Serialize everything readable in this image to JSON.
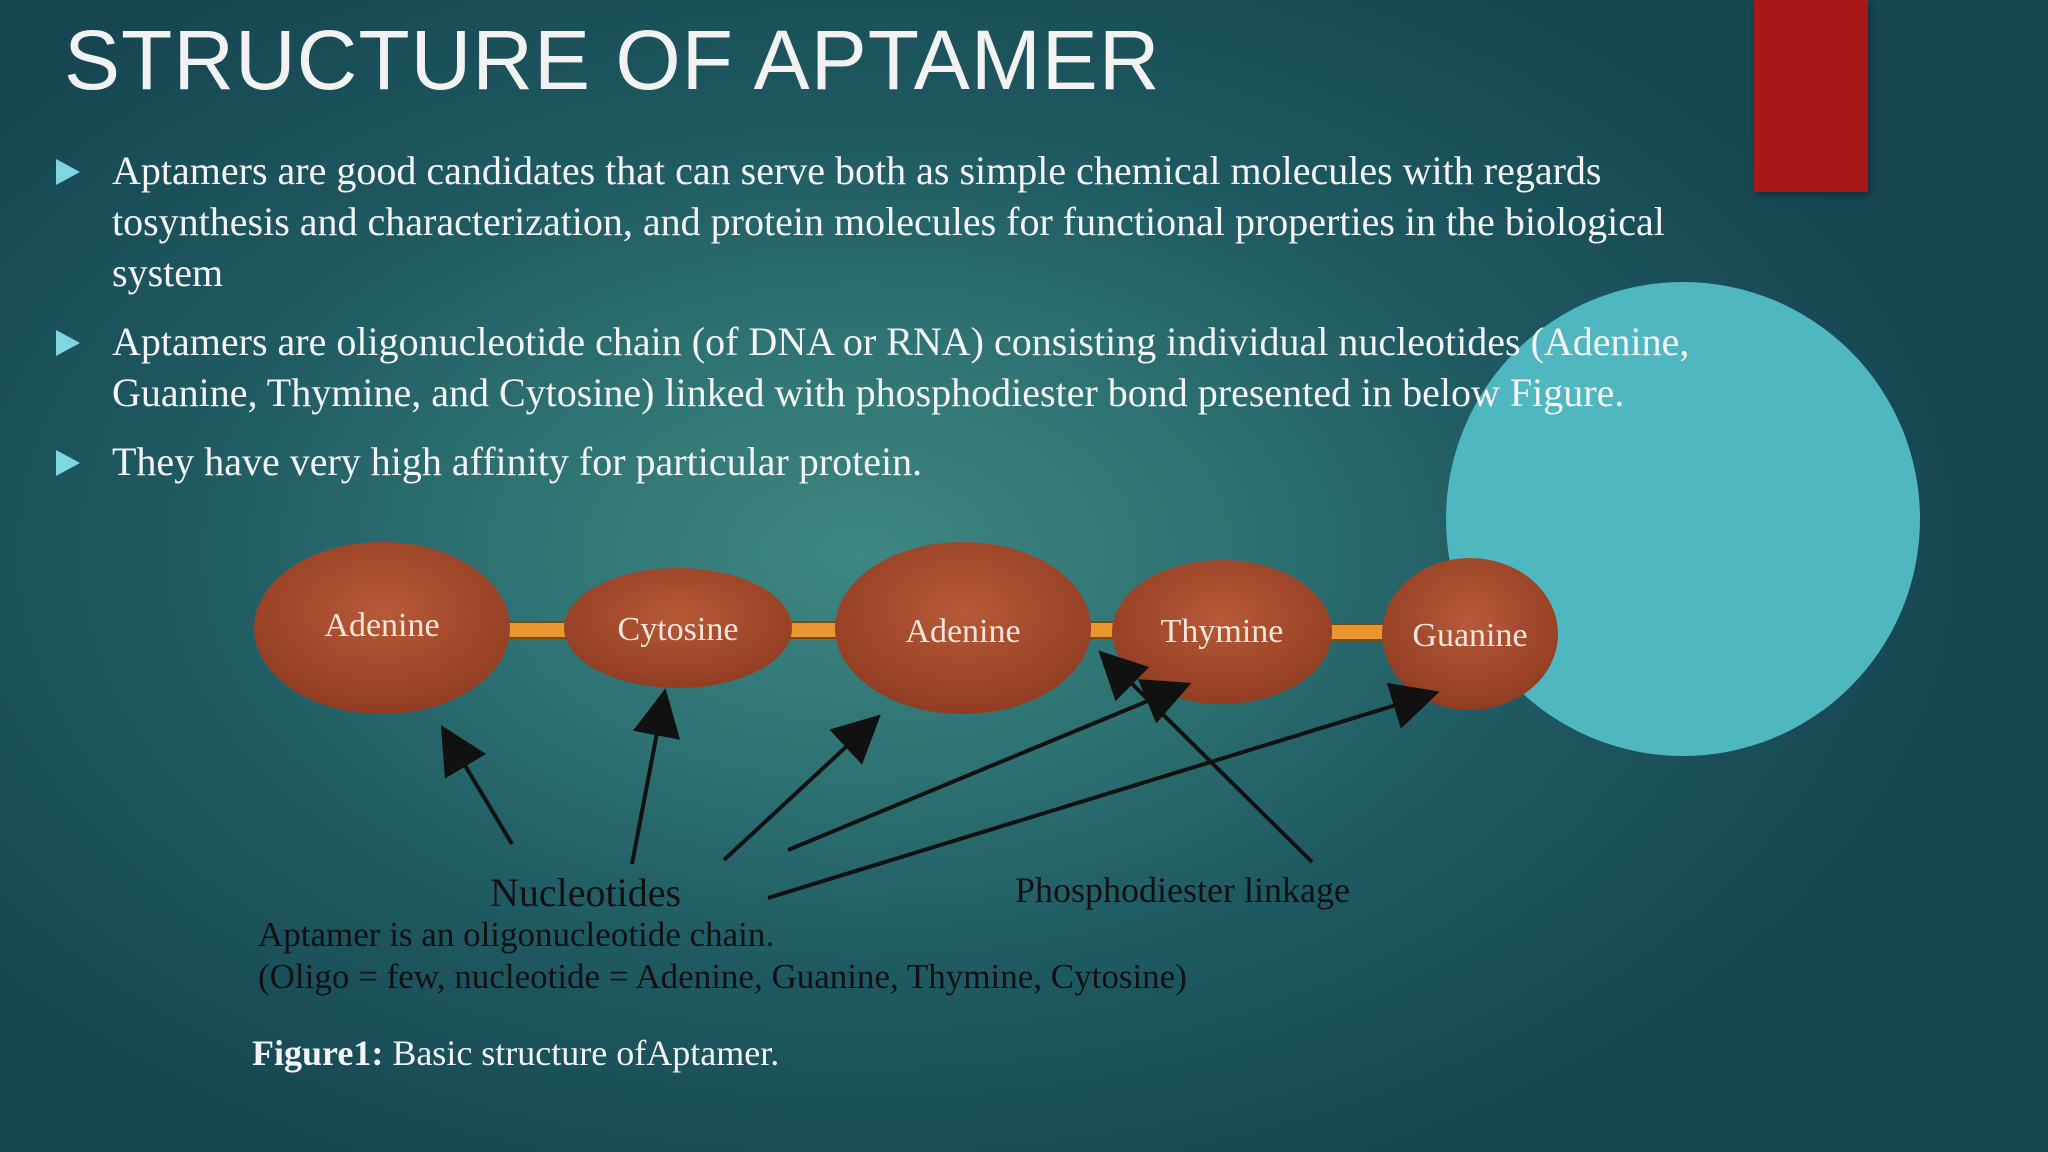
{
  "slide": {
    "title": "STRUCTURE OF APTAMER",
    "accent_color": "#a81818",
    "circle_color": "#4fb7c0"
  },
  "bullets": [
    {
      "text": "Aptamers are good candidates that can serve both  as simple   chemical molecules with regards\ntosynthesis and characterization,   and protein molecules for functional properties in the biological\nsystem"
    },
    {
      "text": "Aptamers are oligonucleotide chain (of DNA or RNA) consisting individual nucleotides (Adenine,\nGuanine, Thymine,   and Cytosine) linked with phosphodiester bond presented in below  Figure."
    },
    {
      "text": "They have very high affinity for particular protein."
    }
  ],
  "figure": {
    "nodes": [
      "Adenine",
      "Cytosine",
      "Adenine",
      "Thymine",
      "Guanine"
    ],
    "node_color": "#a84a2c",
    "link_color": "#e8962e",
    "label_nucleotides": "Nucleotides",
    "label_phosphodiester": "Phosphodiester linkage",
    "description_line1": "Aptamer is an oligonucleotide chain.",
    "description_line2": "(Oligo = few, nucleotide = Adenine, Guanine, Thymine, Cytosine)"
  },
  "caption": {
    "bold": "Figure1:",
    "text": " Basic structure ofAptamer."
  }
}
